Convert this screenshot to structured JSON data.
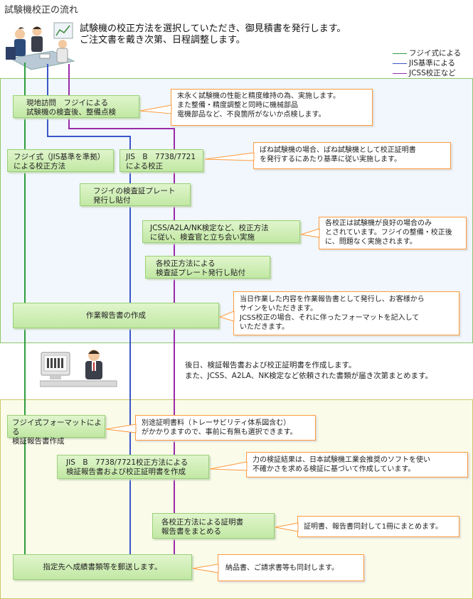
{
  "title": "試験機校正の流れ",
  "intro": {
    "line1": "試験機の校正方法を選択していただき、御見積書を発行します。",
    "line2": "ご注文書を戴き次第、日程調整します。"
  },
  "legend": [
    {
      "label": "フジイ式による",
      "color": "#2e9e3e"
    },
    {
      "label": "JIS基準による",
      "color": "#3a56c8"
    },
    {
      "label": "JCSS校正など",
      "color": "#9a2aa8"
    }
  ],
  "steps": {
    "s1": {
      "line1": "現地訪問　フジイによる",
      "line2": "試験機の検査後、整備点検"
    },
    "s2": {
      "line1": "フジイ式（JIS基準を準拠）",
      "line2": "による校正方法"
    },
    "s3": {
      "line1": "JIS　B　7738/7721",
      "line2": "による校正"
    },
    "s4": {
      "line1": "フジイの検査証プレート",
      "line2": "発行し貼付"
    },
    "s5": {
      "line1": "JCSS/A2LA/NK検定など、校正方法",
      "line2": "に従い、検査官と立ち会い実施"
    },
    "s6": {
      "line1": "各校正方法による",
      "line2": "検査証プレート発行し貼付"
    },
    "s7": {
      "line1": "作業報告書の作成"
    },
    "s8": {
      "line1": "フジイ式フォーマットによる",
      "line2": "検証報告書作成"
    },
    "s9": {
      "line1": "JIS　B　7738/7721校正方法による",
      "line2": "検証報告書および校正証明書を作成"
    },
    "s10": {
      "line1": "各校正方法による証明書",
      "line2": "報告書をまとめる"
    },
    "s11": {
      "line1": "指定先へ成績書類等を郵送します。"
    }
  },
  "notes": {
    "n1": {
      "line1": "末永く試験機の性能と精度維持の為、実施します。",
      "line2": "また整備・精度調整と同時に機械部品",
      "line3": "電機部品など、不良箇所がないか点検します。"
    },
    "n2": {
      "line1": "ばね試験機の場合、ばね試験機として校正証明書",
      "line2": "を発行するにあたり基準に従い実施します。"
    },
    "n3": {
      "line1": "各校正は試験機が良好の場合のみ",
      "line2": "とされています。フジイの整備・校正後",
      "line3": "に、問題なく実施されます。"
    },
    "n4": {
      "line1": "当日作業した内容を作業報告書として発行し、お客様から",
      "line2": "サインをいただきます。",
      "line3": "JCSS校正の場合、それに伴ったフォーマットを記入して",
      "line4": "いただきます。"
    },
    "n5": {
      "line1": "別途証明書料（トレーサビリティ体系図含む）",
      "line2": "がかかりますので、事前に有無も選択できます。"
    },
    "n6": {
      "line1": "力の検証結果は、日本試験機工業会推奨のソフトを使い",
      "line2": "不確かさを求める検証に基づいて作成しています。"
    },
    "n7": {
      "line1": "証明書、報告書同封して1冊にまとめます。"
    },
    "n8": {
      "line1": "納品書、ご請求書等も同封します。"
    }
  },
  "middle_text": {
    "line1": "後日、検証報告書および校正証明書を作成します。",
    "line2": "また、JCSS、A2LA、NK検定など依頼された書類が届き次第まとめます。"
  }
}
